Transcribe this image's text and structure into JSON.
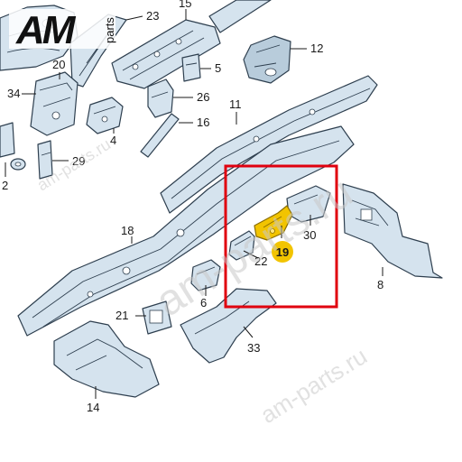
{
  "logo": {
    "main": "AM",
    "sub": "parts"
  },
  "watermark": "am-parts.ru",
  "highlight_color": "#e0000f",
  "accent_color": "#f2c400",
  "parts": [
    {
      "id": "p1",
      "label": "23"
    },
    {
      "id": "p2",
      "label": "15"
    },
    {
      "id": "p3",
      "label": "12"
    },
    {
      "id": "p4",
      "label": "20"
    },
    {
      "id": "p5",
      "label": "5"
    },
    {
      "id": "p6",
      "label": "34"
    },
    {
      "id": "p7",
      "label": "26"
    },
    {
      "id": "p8",
      "label": "11"
    },
    {
      "id": "p9",
      "label": "16"
    },
    {
      "id": "p10",
      "label": "4"
    },
    {
      "id": "p11",
      "label": "2"
    },
    {
      "id": "p12",
      "label": "29"
    },
    {
      "id": "p13",
      "label": "18"
    },
    {
      "id": "p14",
      "label": "30"
    },
    {
      "id": "p15",
      "label": "19"
    },
    {
      "id": "p16",
      "label": "22"
    },
    {
      "id": "p17",
      "label": "8"
    },
    {
      "id": "p18",
      "label": "6"
    },
    {
      "id": "p19",
      "label": "21"
    },
    {
      "id": "p20",
      "label": "33"
    },
    {
      "id": "p21",
      "label": "14"
    }
  ]
}
